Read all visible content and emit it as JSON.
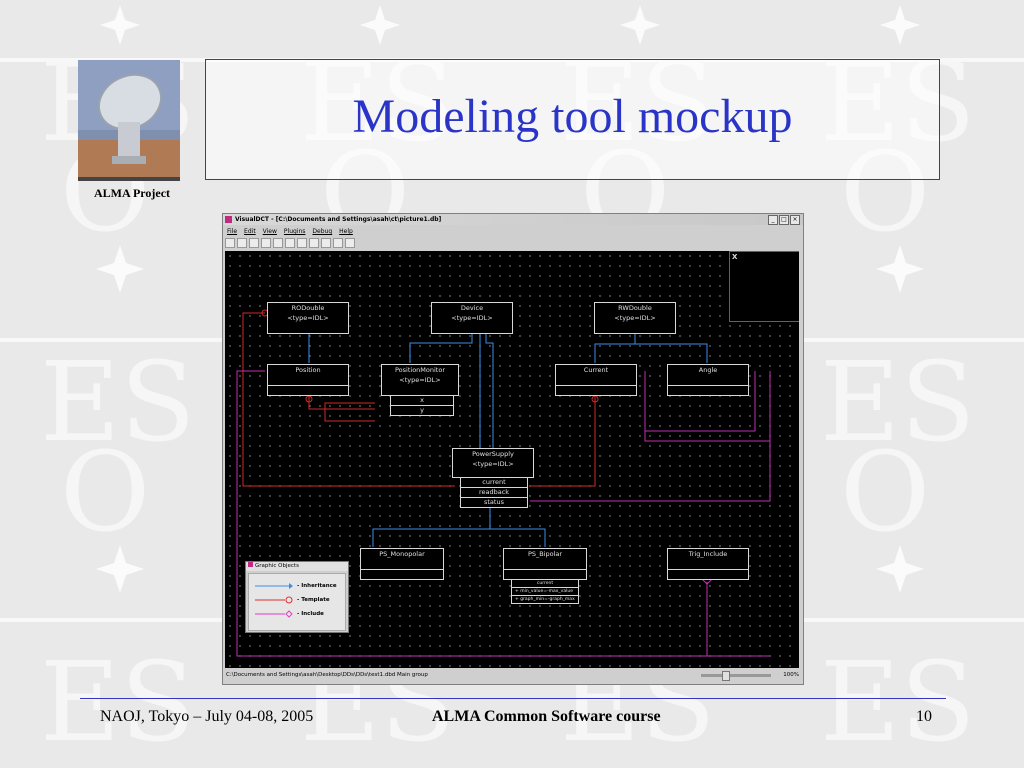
{
  "slide": {
    "title": "Modeling tool mockup",
    "logo_caption": "ALMA Project",
    "footer_left": "NAOJ, Tokyo – July 04-08, 2005",
    "footer_center": "ALMA Common Software course",
    "footer_right": "10",
    "watermark_text": "ESO",
    "colors": {
      "title": "#2a35c8",
      "rule": "#3535c0"
    }
  },
  "app": {
    "window_title": "VisualDCT - [C:\\Documents and Settings\\asah\\ct\\picture1.db]",
    "menu": [
      "File",
      "Edit",
      "View",
      "Plugins",
      "Debug",
      "Help"
    ],
    "toolbar_icons": [
      "open-icon",
      "save-icon",
      "cut-icon",
      "undo-icon",
      "redo-icon",
      "scissors-icon",
      "copy-icon",
      "paste-icon",
      "line-icon",
      "box-icon",
      "text-icon"
    ],
    "status_text": "C:\\Documents and Settings\\asah\\Desktop\\DDs\\DDs\\test1.dbd    Main group",
    "zoom": "100%",
    "minimap_label": "X",
    "boxes": {
      "rodouble": {
        "name": "RODouble",
        "stereo": "<type=IDL>"
      },
      "device": {
        "name": "Device",
        "stereo": "<type=IDL>"
      },
      "rwdouble": {
        "name": "RWDouble",
        "stereo": "<type=IDL>"
      },
      "position": {
        "name": "Position"
      },
      "positionmonitor": {
        "name": "PositionMonitor",
        "stereo": "<type=IDL>",
        "attrs": [
          "x",
          "y"
        ]
      },
      "current": {
        "name": "Current"
      },
      "angle": {
        "name": "Angle"
      },
      "powersupply": {
        "name": "PowerSupply",
        "stereo": "<type=IDL>",
        "attrs": [
          "current",
          "readback",
          "status"
        ]
      },
      "ps_monopolar": {
        "name": "PS_Monopolar"
      },
      "ps_bipolar": {
        "name": "PS_Bipolar",
        "attrs": [
          "current",
          "+  min_value=-max_value",
          "+  graph_min=-graph_max"
        ]
      },
      "trig_include": {
        "name": "Trig_Include"
      }
    },
    "legend": {
      "title": "Graphic Objects",
      "items": [
        {
          "label": "- Inheritance",
          "color": "#3a8ee8"
        },
        {
          "label": "- Template",
          "color": "#e03030"
        },
        {
          "label": "- Include",
          "color": "#e040c0"
        }
      ]
    }
  }
}
